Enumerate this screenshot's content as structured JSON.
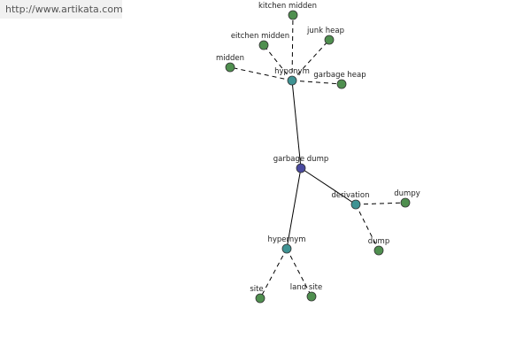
{
  "header": {
    "url": "http://www.artikata.com"
  },
  "colors": {
    "root": "#4a4aa0",
    "relation": "#3f9393",
    "leaf": "#4f8f4f"
  },
  "graph": {
    "nodes": [
      {
        "id": "root",
        "label": "garbage dump",
        "kind": "root"
      },
      {
        "id": "hyponym",
        "label": "hyponym",
        "kind": "relation"
      },
      {
        "id": "derivation",
        "label": "derivation",
        "kind": "relation"
      },
      {
        "id": "hypernym",
        "label": "hypernym",
        "kind": "relation"
      },
      {
        "id": "kitchen-midden-1",
        "label": "kitchen midden",
        "kind": "leaf"
      },
      {
        "id": "kitchen-midden-2",
        "label": "eitchen midden",
        "kind": "leaf"
      },
      {
        "id": "junk-heap",
        "label": "junk heap",
        "kind": "leaf"
      },
      {
        "id": "midden",
        "label": "midden",
        "kind": "leaf"
      },
      {
        "id": "garbage-heap",
        "label": "garbage heap",
        "kind": "leaf"
      },
      {
        "id": "dumpy",
        "label": "dumpy",
        "kind": "leaf"
      },
      {
        "id": "dump",
        "label": "dump",
        "kind": "leaf"
      },
      {
        "id": "site",
        "label": "site",
        "kind": "leaf"
      },
      {
        "id": "land-site",
        "label": "land site",
        "kind": "leaf"
      }
    ],
    "edges": [
      {
        "from": "root",
        "to": "hyponym",
        "style": "solid"
      },
      {
        "from": "root",
        "to": "derivation",
        "style": "solid"
      },
      {
        "from": "root",
        "to": "hypernym",
        "style": "solid"
      },
      {
        "from": "hyponym",
        "to": "kitchen-midden-1",
        "style": "dashed"
      },
      {
        "from": "hyponym",
        "to": "kitchen-midden-2",
        "style": "dashed"
      },
      {
        "from": "hyponym",
        "to": "junk-heap",
        "style": "dashed"
      },
      {
        "from": "hyponym",
        "to": "midden",
        "style": "dashed"
      },
      {
        "from": "hyponym",
        "to": "garbage-heap",
        "style": "dashed"
      },
      {
        "from": "derivation",
        "to": "dumpy",
        "style": "dashed"
      },
      {
        "from": "derivation",
        "to": "dump",
        "style": "dashed"
      },
      {
        "from": "hypernym",
        "to": "site",
        "style": "dashed"
      },
      {
        "from": "hypernym",
        "to": "land-site",
        "style": "dashed"
      }
    ]
  }
}
